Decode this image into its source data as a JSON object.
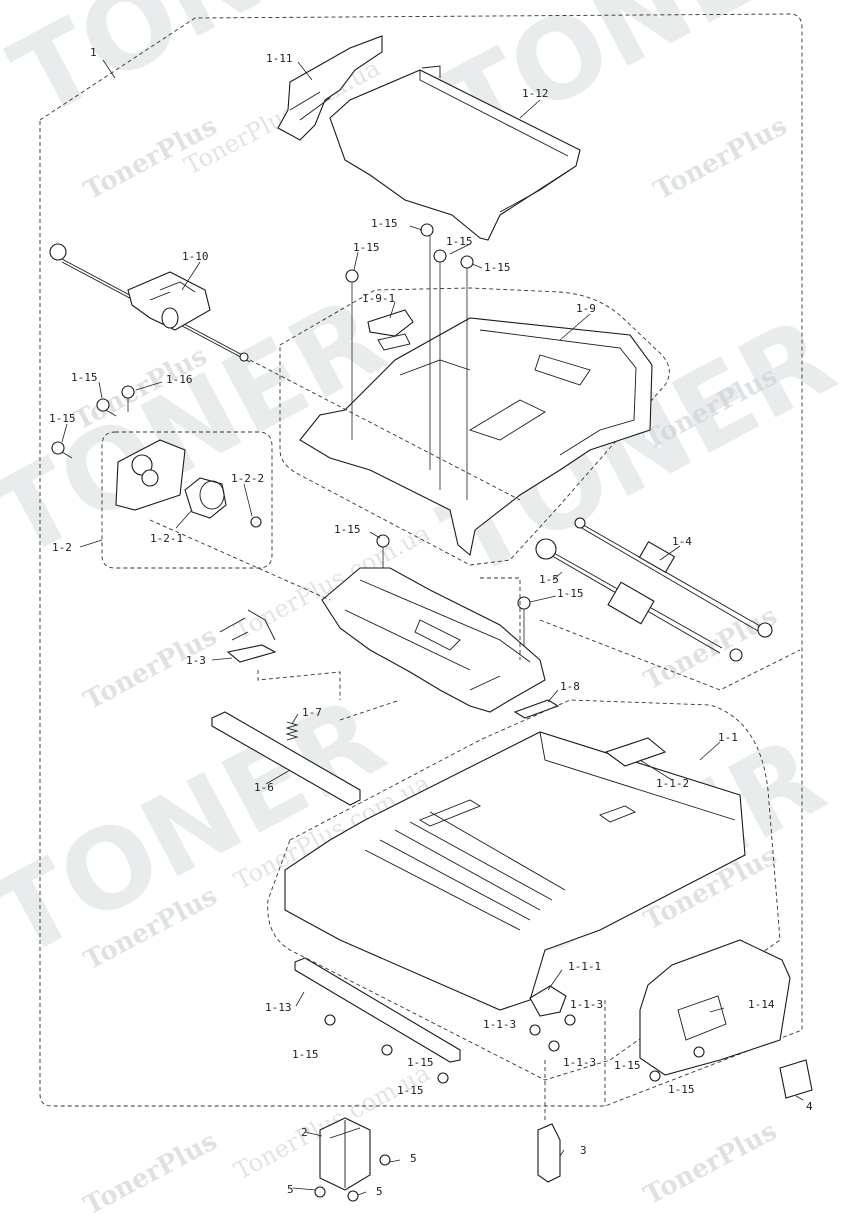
{
  "watermark": {
    "big": "TONER",
    "brand": "TonerPlus",
    "url": "TonerPlus.com.ua"
  },
  "labels": {
    "l1": "1",
    "l1_11": "1-11",
    "l1_12": "1-12",
    "l1_15a": "1-15",
    "l1_15b": "1-15",
    "l1_15c": "1-15",
    "l1_15d": "1-15",
    "l1_10": "1-10",
    "l1_9_1": "1-9-1",
    "l1_9": "1-9",
    "l1_15e": "1-15",
    "l1_16": "1-16",
    "l1_15f": "1-15",
    "l1_2_2": "1-2-2",
    "l1_2_1": "1-2-1",
    "l1_2": "1-2",
    "l1_15g": "1-15",
    "l1_4": "1-4",
    "l1_5": "1-5",
    "l1_15h": "1-15",
    "l1_3": "1-3",
    "l1_8": "1-8",
    "l1_7": "1-7",
    "l1_1": "1-1",
    "l1_1_2": "1-1-2",
    "l1_6": "1-6",
    "l1_1_1": "1-1-1",
    "l1_13": "1-13",
    "l1_14": "1-14",
    "l1_1_3a": "1-1-3",
    "l1_1_3b": "1-1-3",
    "l1_1_3c": "1-1-3",
    "l1_15i": "1-15",
    "l1_15j": "1-15",
    "l1_15k": "1-15",
    "l1_15l": "1-15",
    "l1_15m": "1-15",
    "l4": "4",
    "l2": "2",
    "l3": "3",
    "l5a": "5",
    "l5b": "5",
    "l5c": "5"
  }
}
